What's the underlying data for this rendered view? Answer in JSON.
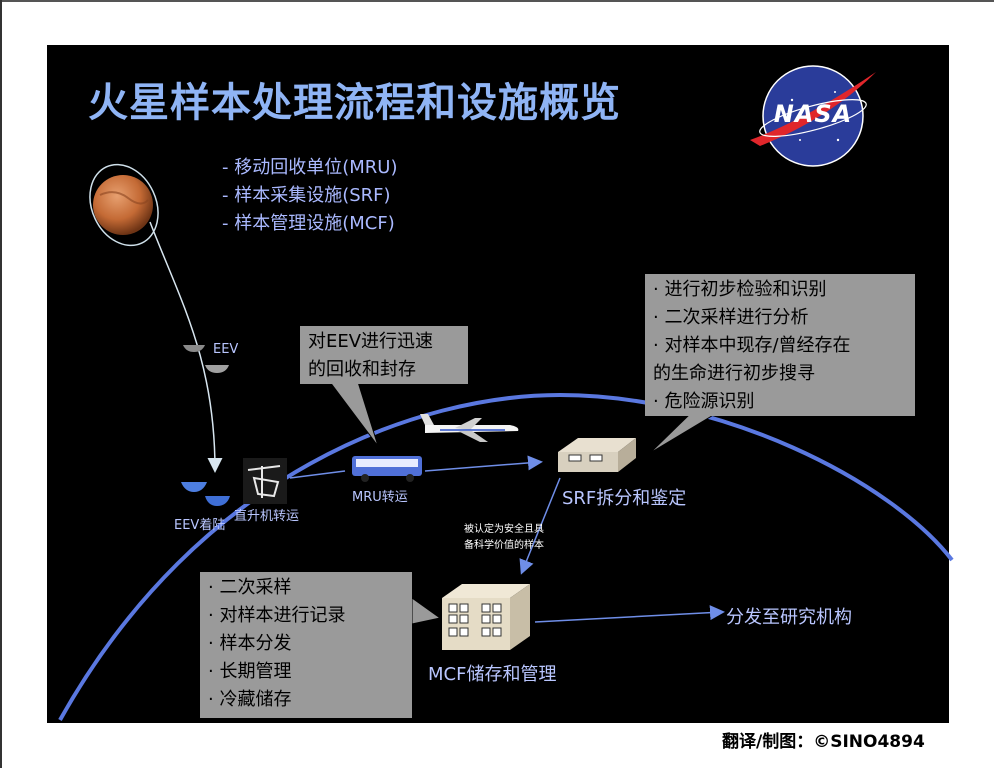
{
  "title": "火星样本处理流程和设施概览",
  "logo": {
    "text": "NASA",
    "colors": {
      "circle": "#2a3c9a",
      "chevron": "#e0262b",
      "text": "#ffffff"
    }
  },
  "legend": [
    "- 移动回收单位(MRU)",
    "- 样本采集设施(SRF)",
    "- 样本管理设施(MCF)"
  ],
  "callouts": {
    "mru": [
      "对EEV进行迅速",
      "的回收和封存"
    ],
    "srf": [
      "· 进行初步检验和识别",
      "· 二次采样进行分析",
      "· 对样本中现存/曾经存在",
      "的生命进行初步搜寻",
      "· 危险源识别"
    ],
    "mcf": [
      "· 二次采样",
      "· 对样本进行记录",
      "· 样本分发",
      "· 长期管理",
      "· 冷藏储存"
    ]
  },
  "labels": {
    "eev": "EEV",
    "eev_landing": "EEV着陆",
    "helicopter": "直升机转运",
    "mru_transport": "MRU转运",
    "srf": "SRF拆分和鉴定",
    "safe_note": [
      "被认定为安全且具",
      "备科学价值的样本"
    ],
    "mcf": "MCF储存和管理",
    "distribute": "分发至研究机构"
  },
  "credit": "翻译/制图：©SINO4894",
  "colors": {
    "background": "#000000",
    "title": "#8fb4f5",
    "earth_arc": "#5a78e0",
    "callout": "#9a9a9a",
    "mars": "#c9733a"
  }
}
